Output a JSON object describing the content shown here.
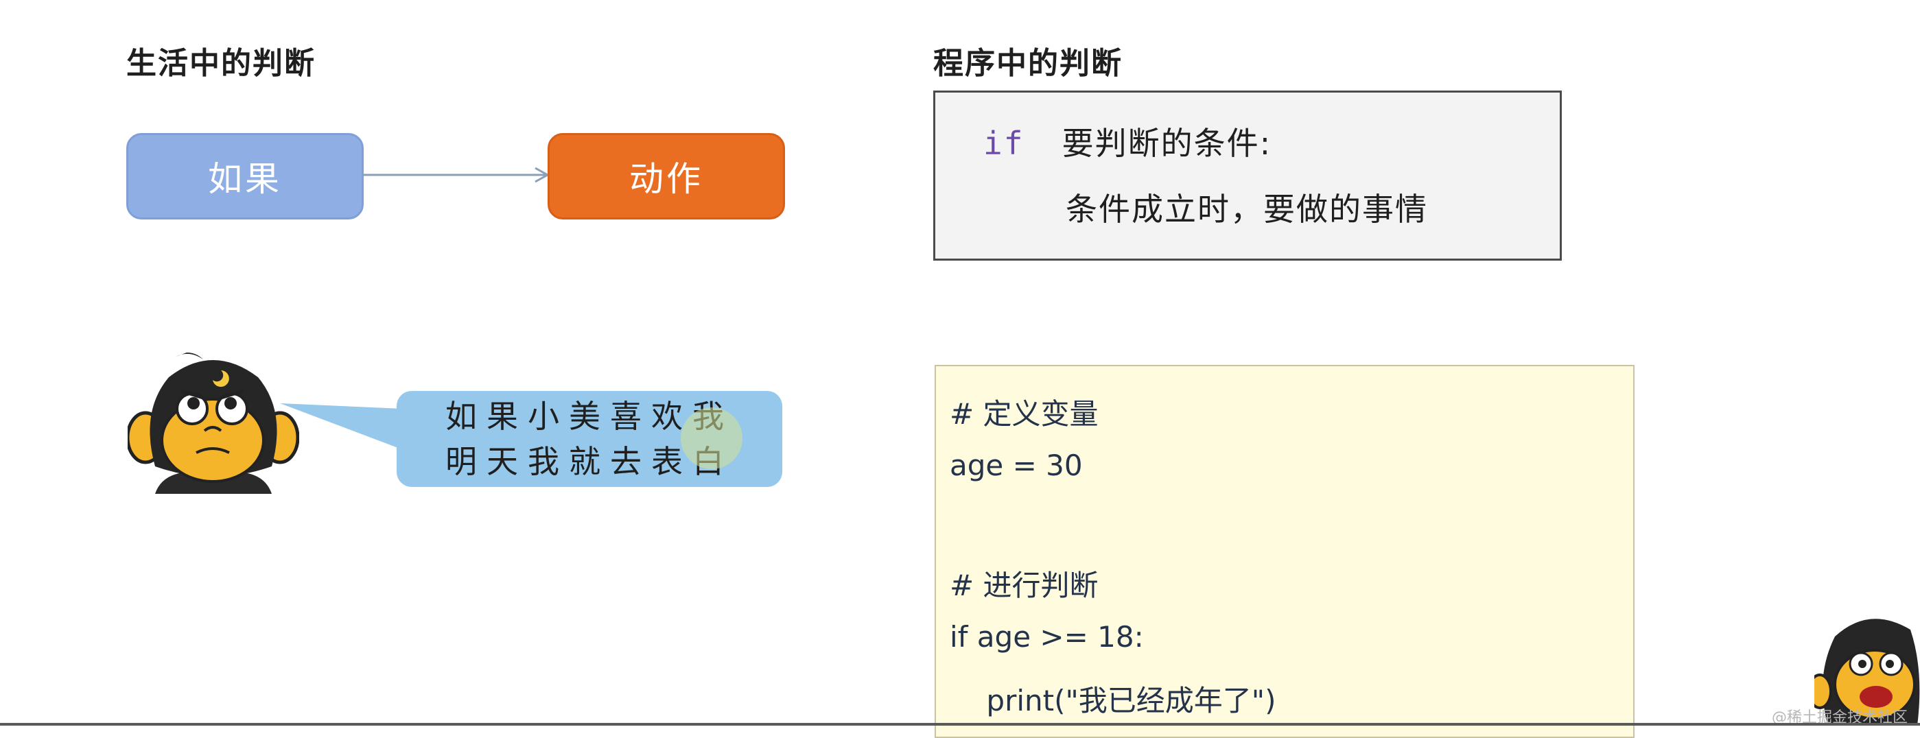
{
  "left": {
    "title": "生活中的判断",
    "flow": {
      "condition_label": "如果",
      "action_label": "动作"
    },
    "bubble": {
      "line1": "如果小美喜欢我",
      "line2": "明天我就去表白"
    }
  },
  "right": {
    "title": "程序中的判断",
    "syntax": {
      "keyword": "if",
      "condition_text": "要判断的条件:",
      "body_text": "条件成立时，要做的事情"
    },
    "code": {
      "line1": "# 定义变量",
      "line2": "age = 30",
      "line3": "# 进行判断",
      "line4": "if age >= 18:",
      "line5": "    print(\"我已经成年了\")"
    }
  },
  "watermark": "@稀土掘金技术社区",
  "colors": {
    "condition_node": "#8eaee4",
    "action_node": "#ea6e22",
    "bubble": "#96c8eb",
    "code_bg": "#fefbdf",
    "keyword": "#6b4ba8"
  }
}
